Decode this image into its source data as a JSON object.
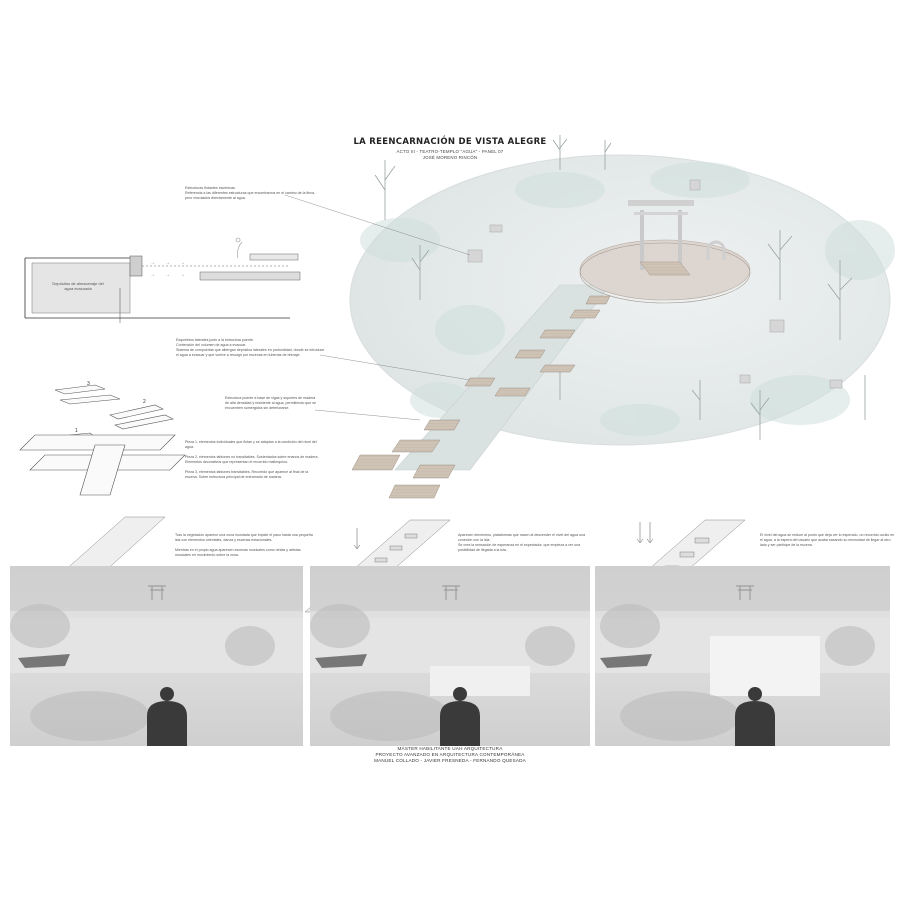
{
  "header": {
    "title": "LA REENCARNACIÓN DE VISTA ALEGRE",
    "subtitle_1": "ACTO III - TEATRO-TEMPLO \"AGUA\" - PANEL 07",
    "subtitle_2": "JOSÉ MORENO RINCÓN"
  },
  "section_diagram": {
    "label": "Depósitos de almacenaje del agua evacuada"
  },
  "notes": {
    "floating_structures": "Estructuras flotantes escénicas.\nReferencia a las diferentes estructuras que encontramos en el camino de la finca, pero vinculados directamente al agua.",
    "lateral_pools": "Esqueletos laterales junto a la estructura puente.\nContención del volumen de agua a evacuar.\nSistema de compuertas que albergan depósitos laterales en profundidad, donde se introduce el agua a evacuar y que vuelve a resurgir por escenas en tuberías de drenaje.",
    "bridge_structure": "Estructura puente a base de vigas y soportes de madera de alta densidad y resistente al agua, permitiendo que se encuentren sumergidos sin deteriorarse.",
    "pieces": "Pieza 1, elementos individuales que flotan y se adaptan a la condición del nivel del agua.\n\nPieza 2, elementos tablones no transitables. Sustentados sobre enanos de madera. Elementos decorativos que representan el recorrido mallorquino.\n\nPieza 3, elementos tablones transitables. Recorrido que aparece al final de la escena. Sobre estructura principal de entramado de madera."
  },
  "exploded_labels": [
    "3",
    "2",
    "1"
  ],
  "sequence": [
    {
      "text": "Tras la vegetación aparece una zona inundada que impide el paso hasta una pequeña isla con elementos orientales, danza y escenas estacionales.\n\nMientras en el propio agua aparecen escenas musicales como ninfas y artistas musicales en movimiento sobre la zona."
    },
    {
      "text": "Aparecen elementos, plataformas que nacen al descender el nivel del agua una conexión con la isla.\nSe crea la sensación de esperanza en el espectador, que empieza a ver una posibilidad de llegada a la isla."
    },
    {
      "text": "El nivel del agua se reduce al punto que deja ver lo esperado, un recorrido oculto en el agua, a la espera del usuario que acaba sacando su necesidad de llegar al otro lado y ser partícipe de la escena."
    }
  ],
  "footer": {
    "line_1": "MÁSTER HABILITANTE UAH ARQUITECTURA",
    "line_2": "PROYECTO AVANZADO EN ARQUITECTURA CONTEMPORÁNEA",
    "line_3": "MANUEL COLLADO - JAVIER FRESNEDA - FERNANDO QUESADA"
  }
}
